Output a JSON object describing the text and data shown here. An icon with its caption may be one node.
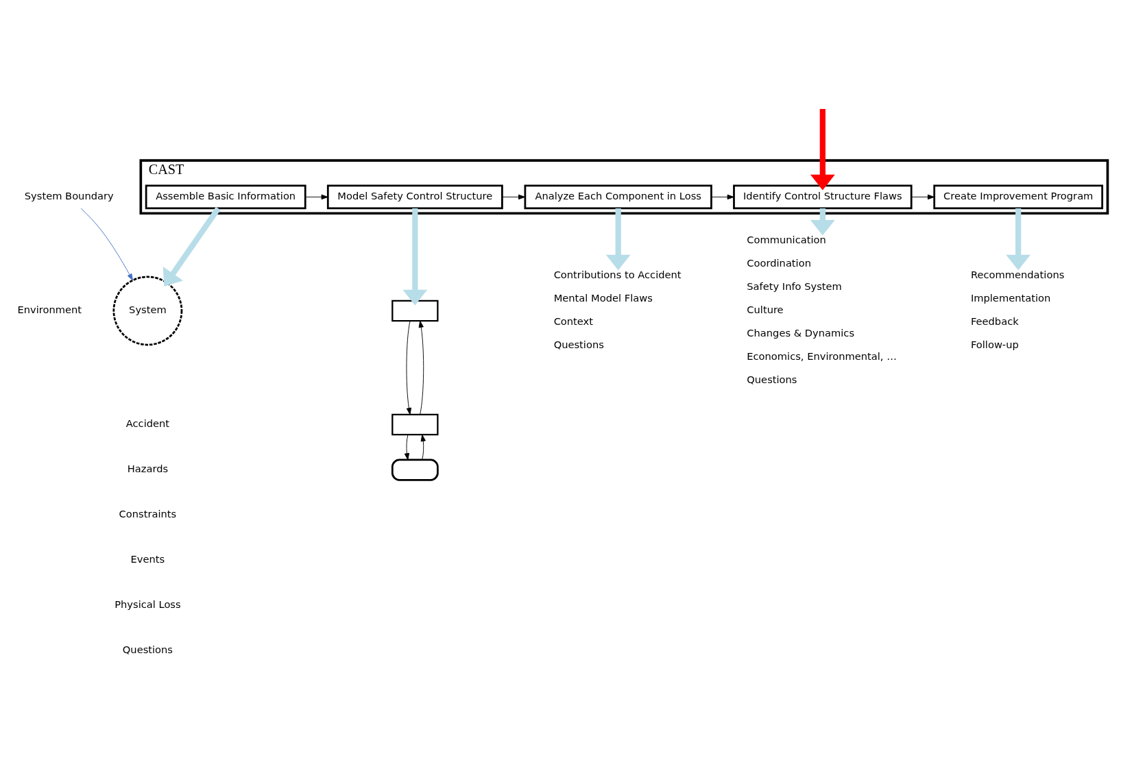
{
  "diagram": {
    "nodes": [
      {
        "text": [
          "CAST"
        ]
      },
      {
        "text": [
          "Assemble Basic Information"
        ],
        "in": 0
      },
      {
        "text": [
          "Model Safety Control Structure"
        ],
        "in": 0
      },
      {
        "text": [
          "Analyze Each Component in Loss"
        ],
        "in": 0
      },
      {
        "text": [
          "Identify Control Structure Flaws"
        ],
        "in": 0
      },
      {
        "text": [
          "Create Improvement Program"
        ],
        "in": 0
      },
      {
        "text": [
          "System Boundary"
        ]
      },
      {
        "text": [
          "System"
        ]
      },
      {
        "text": [],
        "shape": "box"
      },
      {
        "text": [],
        "shape": "box"
      },
      {
        "text": [],
        "shape": "box"
      },
      {
        "text": [
          "Contributions to Accident",
          "Mental Model Flaws",
          "Context",
          "Questions"
        ]
      },
      {
        "text": [
          "Communication",
          "Coordination",
          "Safety Info System",
          "Culture",
          "Changes & Dynamics",
          "Economics, Environmental, …",
          "Questions"
        ]
      },
      {
        "text": [
          "Recommendations",
          "Implementation",
          "Feedback",
          "Follow-up"
        ]
      }
    ],
    "edges": [
      {
        "from": null,
        "to": 4,
        "arrow": "to",
        "style": "thick",
        "color": "#ff0000"
      },
      {
        "from": 1,
        "to": 2,
        "arrow": "to"
      },
      {
        "from": 2,
        "to": 3,
        "arrow": "to"
      },
      {
        "from": 3,
        "to": 4,
        "arrow": "to"
      },
      {
        "from": 4,
        "to": 5,
        "arrow": "to"
      },
      {
        "from": 1,
        "to": 7,
        "arrow": "to",
        "style": "thick",
        "color": "#b7dde8"
      },
      {
        "from": 2,
        "to": 8,
        "arrow": "to",
        "style": "thick",
        "color": "#b7dde8"
      },
      {
        "from": 3,
        "to": 11,
        "arrow": "to",
        "style": "thick",
        "color": "#b7dde8"
      },
      {
        "from": 4,
        "to": 12,
        "arrow": "to",
        "style": "thick",
        "color": "#b7dde8"
      },
      {
        "from": 5,
        "to": 13,
        "arrow": "to",
        "style": "thick",
        "color": "#b7dde8"
      },
      {
        "from": 6,
        "to": 7,
        "arrow": "to",
        "color": "#4472c4"
      },
      {
        "from": 8,
        "to": 9,
        "arrow": "to"
      },
      {
        "from": 9,
        "to": 8,
        "arrow": "to"
      },
      {
        "from": 9,
        "to": 10,
        "arrow": "to"
      },
      {
        "from": 10,
        "to": 9,
        "arrow": "to"
      }
    ],
    "labels": [
      "Environment",
      "Accident",
      "Hazards",
      "Constraints",
      "Events",
      "Physical Loss",
      "Questions"
    ]
  }
}
